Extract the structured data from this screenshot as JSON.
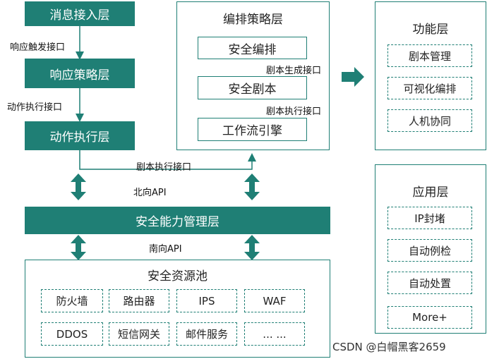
{
  "left": {
    "msg_layer": "消息接入层",
    "resp_iface": "响应触发接口",
    "resp_layer": "响应策略层",
    "act_iface": "动作执行接口",
    "act_layer": "动作执行层",
    "script_exec_iface": "剧本执行接口",
    "north_api": "北向API",
    "mgmt_layer": "安全能力管理层",
    "south_api": "南向API"
  },
  "orchestration": {
    "title": "编排策略层",
    "security_orch": "安全编排",
    "gen_iface": "剧本生成接口",
    "security_script": "安全剧本",
    "exec_iface": "剧本执行接口",
    "workflow_engine": "工作流引擎"
  },
  "function": {
    "title": "功能层",
    "items": [
      "剧本管理",
      "可视化编排",
      "人机协同"
    ]
  },
  "application": {
    "title": "应用层",
    "items": [
      "IP封堵",
      "自动例检",
      "自动处置",
      "More+"
    ]
  },
  "resource_pool": {
    "title": "安全资源池",
    "row1": [
      "防火墙",
      "路由器",
      "IPS",
      "WAF"
    ],
    "row2": [
      "DDOS",
      "短信网关",
      "邮件服务",
      "... ..."
    ]
  },
  "watermark": "CSDN @白帽黑客2659"
}
